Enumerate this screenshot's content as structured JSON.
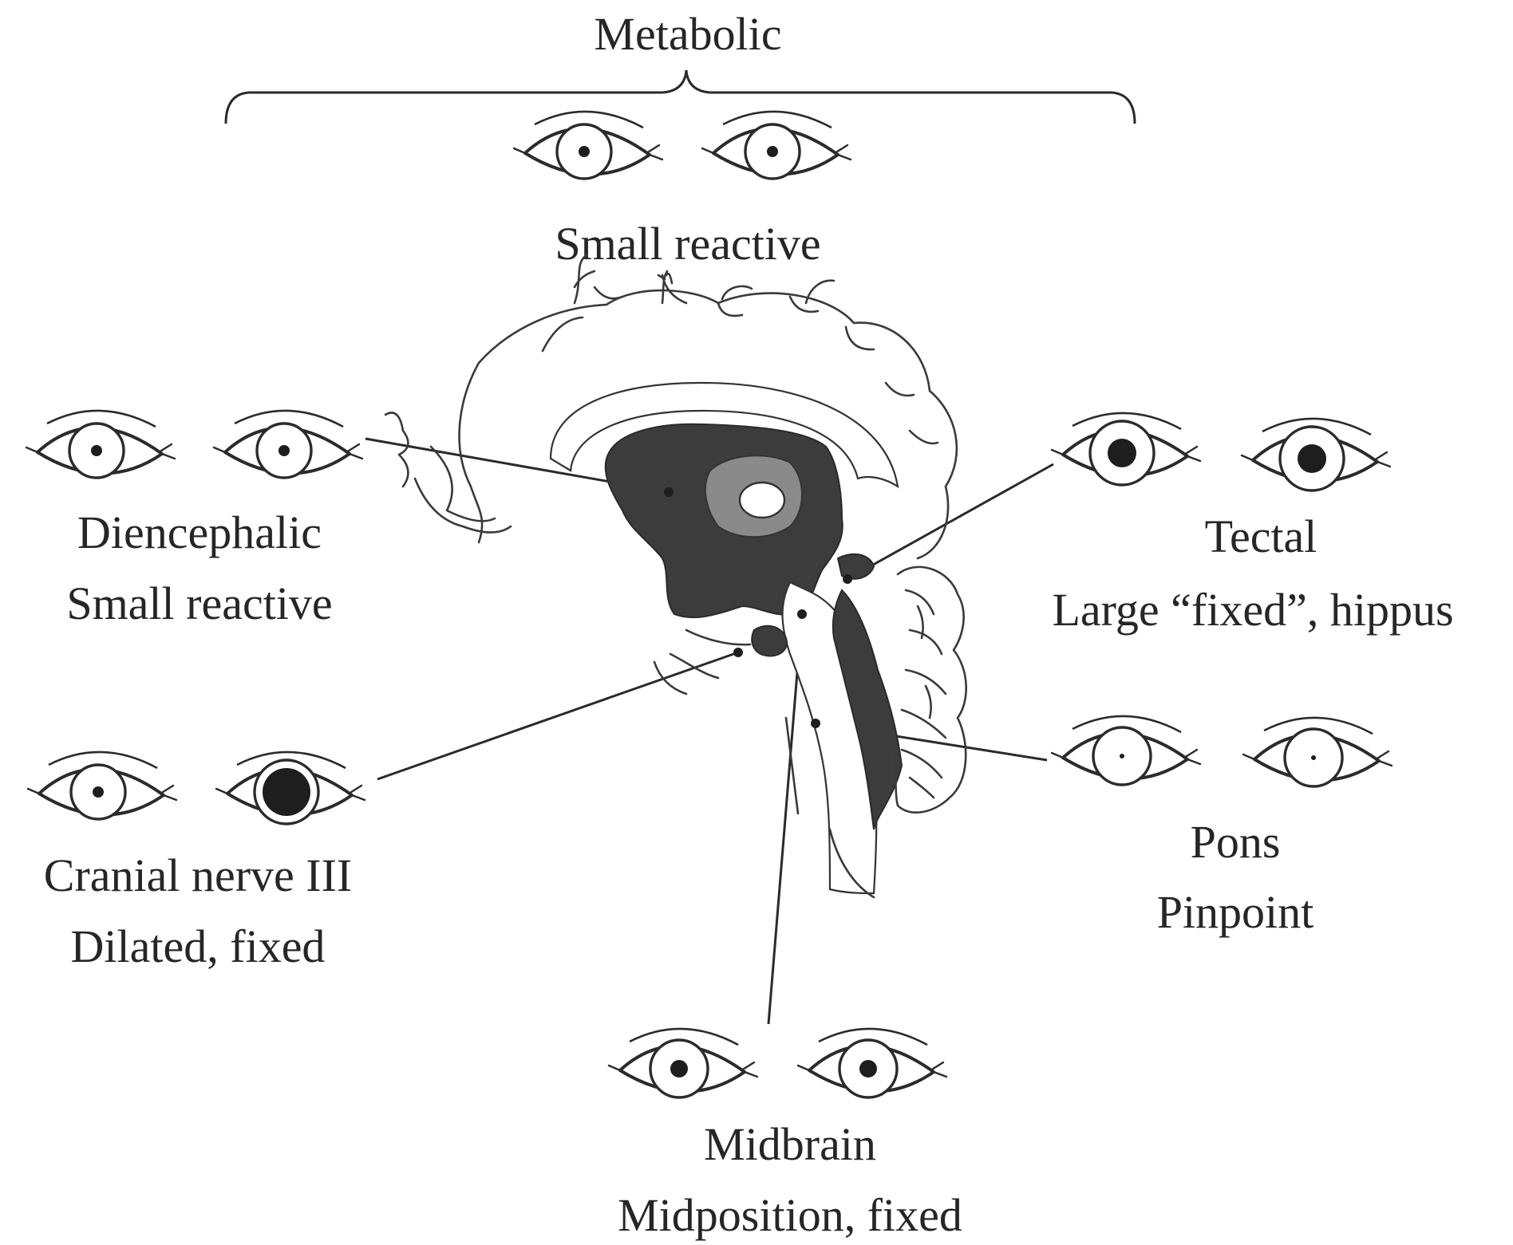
{
  "labels": {
    "metabolic": "Metabolic",
    "metabolic_pupil": "Small reactive",
    "diencephalic": "Diencephalic",
    "diencephalic_pupil": "Small reactive",
    "tectal": "Tectal",
    "tectal_pupil": "Large “fixed”, hippus",
    "cranial_nerve": "Cranial nerve III",
    "cranial_nerve_pupil": "Dilated, fixed",
    "pons": "Pons",
    "pons_pupil": "Pinpoint",
    "midbrain": "Midbrain",
    "midbrain_pupil": "Midposition, fixed"
  },
  "pupil_groups": [
    {
      "name": "metabolic",
      "pupils": [
        "small",
        "small"
      ]
    },
    {
      "name": "diencephalic",
      "pupils": [
        "small",
        "small"
      ]
    },
    {
      "name": "tectal",
      "pupils": [
        "large",
        "large"
      ]
    },
    {
      "name": "cranial-nerve-iii",
      "pupils": [
        "small",
        "dilated"
      ]
    },
    {
      "name": "pons",
      "pupils": [
        "pinpoint",
        "pinpoint"
      ]
    },
    {
      "name": "midbrain",
      "pupils": [
        "mid",
        "mid"
      ]
    }
  ],
  "colors": {
    "ink": "#262626",
    "shading": "#3c3c3c",
    "background": "#ffffff"
  }
}
